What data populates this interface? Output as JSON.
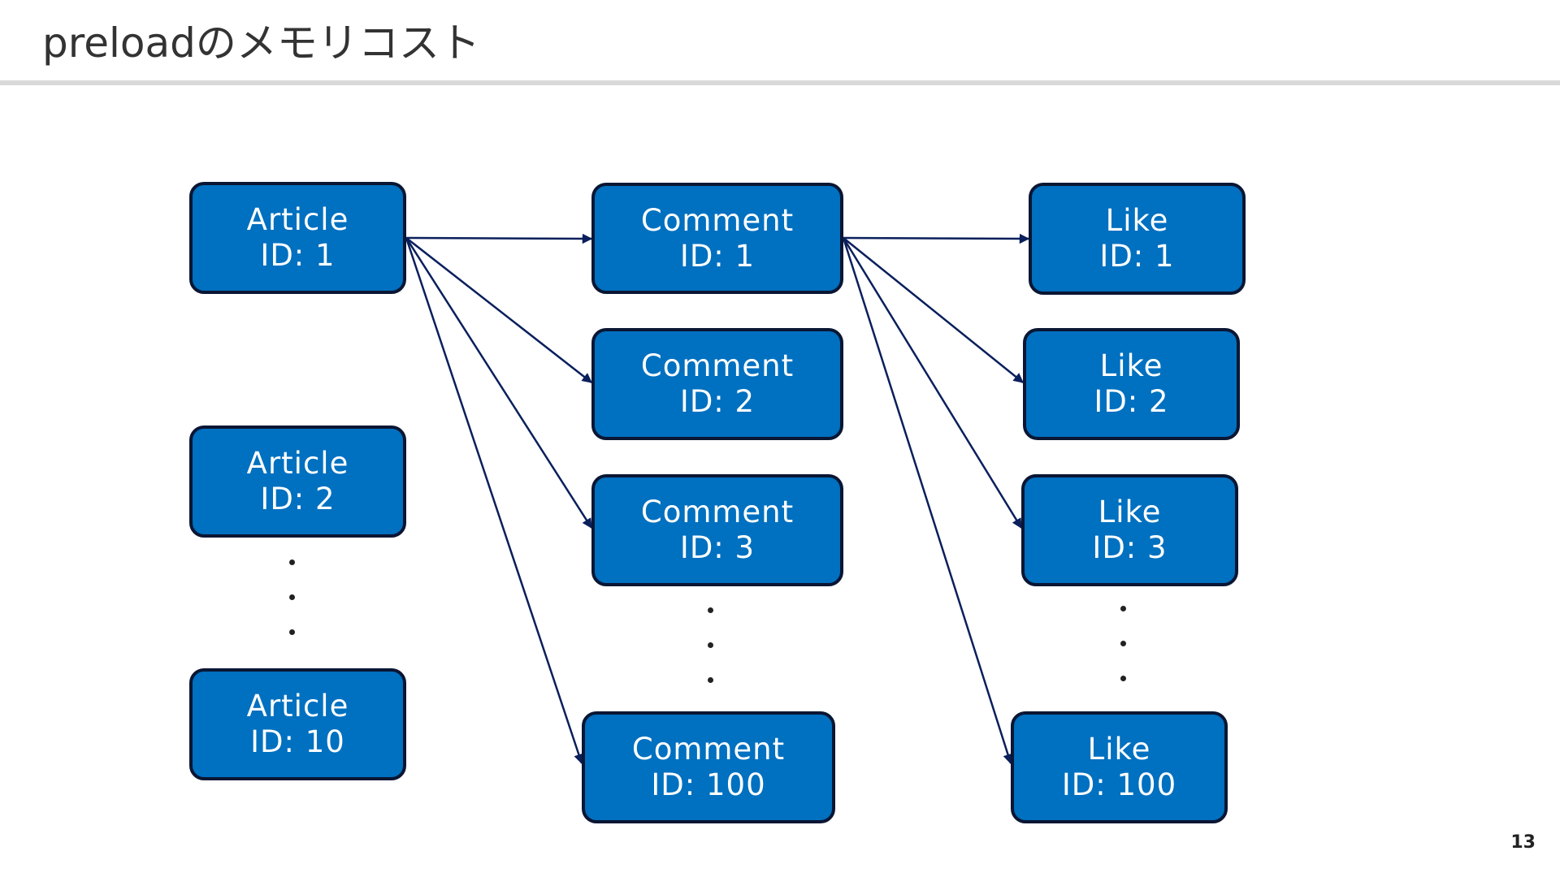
{
  "slide": {
    "title": "preloadのメモリコスト",
    "page_number": "13"
  },
  "articles": [
    {
      "type": "Article",
      "id": "ID: 1"
    },
    {
      "type": "Article",
      "id": "ID: 2"
    },
    {
      "type": "Article",
      "id": "ID: 10"
    }
  ],
  "comments": [
    {
      "type": "Comment",
      "id": "ID: 1"
    },
    {
      "type": "Comment",
      "id": "ID: 2"
    },
    {
      "type": "Comment",
      "id": "ID: 3"
    },
    {
      "type": "Comment",
      "id": "ID: 100"
    }
  ],
  "likes": [
    {
      "type": "Like",
      "id": "ID: 1"
    },
    {
      "type": "Like",
      "id": "ID: 2"
    },
    {
      "type": "Like",
      "id": "ID: 3"
    },
    {
      "type": "Like",
      "id": "ID: 100"
    }
  ],
  "colors": {
    "box_fill": "#0070c0",
    "box_border": "#0a1633",
    "arrow": "#0a1f5c",
    "title_rule": "#d9d9d9"
  }
}
